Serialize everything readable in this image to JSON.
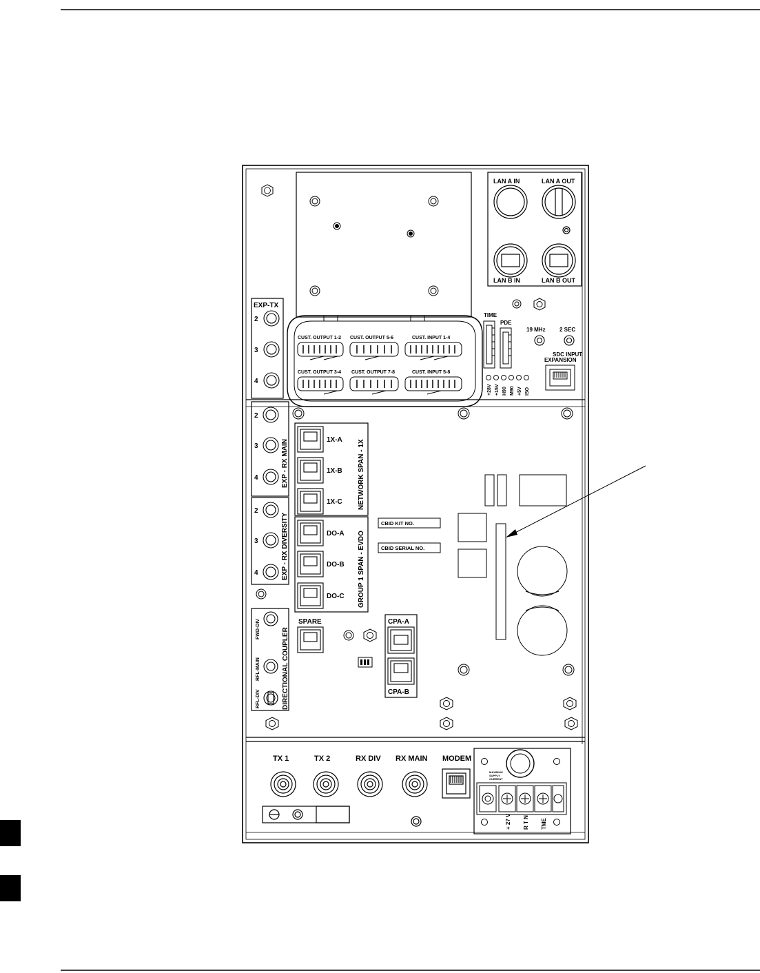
{
  "lan": {
    "a_in": "LAN A IN",
    "a_out": "LAN A OUT",
    "b_in": "LAN B IN",
    "b_out": "LAN B OUT"
  },
  "exp_tx": {
    "title": "EXP-TX",
    "ports": [
      "2",
      "3",
      "4"
    ]
  },
  "exp_rx_main": {
    "title": "EXP - RX MAIN",
    "ports": [
      "2",
      "3",
      "4"
    ]
  },
  "exp_rx_diversity": {
    "title": "EXP - RX DIVERSITY",
    "ports": [
      "2",
      "3",
      "4"
    ]
  },
  "directional_coupler": {
    "title": "DIRECTIONAL COUPLER",
    "ports": [
      "FWD-DIV",
      "RFL-MAIN",
      "RFL-DIV"
    ]
  },
  "customer_io": {
    "out_12": "CUST. OUTPUT 1-2",
    "out_56": "CUST. OUTPUT 5-6",
    "in_14": "CUST. INPUT 1-4",
    "out_34": "CUST. OUTPUT 3-4",
    "out_78": "CUST. OUTPUT 7-8",
    "in_58": "CUST. INPUT 5-8"
  },
  "timing": {
    "time": "TIME",
    "pde": "PDE",
    "mhz": "19 MHz",
    "sec": "2 SEC",
    "sdc_1": "SDC INPUT",
    "sdc_2": "EXPANSION"
  },
  "leds": [
    "+28V",
    "+15V",
    "H90",
    "M90",
    "+5V",
    "ISO"
  ],
  "span_1x": {
    "title": "NETWORK SPAN - 1X",
    "ports": [
      "1X-A",
      "1X-B",
      "1X-C"
    ]
  },
  "span_evdo": {
    "title": "GROUP 1 SPAN - EVDO",
    "ports": [
      "DO-A",
      "DO-B",
      "DO-C"
    ]
  },
  "cbid": {
    "kit": "CBID KIT NO.",
    "serial": "CBID SERIAL NO."
  },
  "spare": "SPARE",
  "cpa": {
    "a": "CPA-A",
    "b": "CPA-B"
  },
  "bottom": {
    "tx1": "TX 1",
    "tx2": "TX 2",
    "rx_div": "RX DIV",
    "rx_main": "RX MAIN",
    "modem": "MODEM",
    "bt_1": "MAXIMUM",
    "bt_2": "SUPPLY",
    "bt_3": "CURRENT",
    "plus27": "+ 27 V",
    "rtn": "R T N",
    "tme": "TME"
  }
}
